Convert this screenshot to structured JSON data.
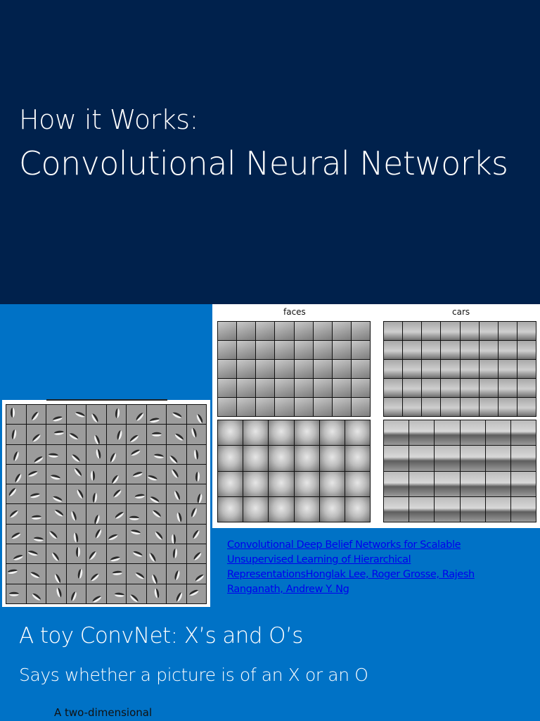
{
  "slide1": {
    "subtitle": "How it Works:",
    "title": "Convolutional Neural Networks"
  },
  "figure": {
    "label_faces": "faces",
    "label_cars": "cars"
  },
  "reference": {
    "text": "Convolutional Deep Belief Networks for Scalable Unsupervised Learning of Hierarchical RepresentationsHonglak Lee, Roger Grosse, Rajesh Ranganath, Andrew Y. Ng"
  },
  "slide2": {
    "title": "A toy ConvNet: X’s and O’s",
    "subtitle": "Says whether a picture is of an X or an O",
    "body": "A two-dimensional"
  },
  "colors": {
    "title_background": "#00214c",
    "accent_blue": "#0072c6"
  }
}
